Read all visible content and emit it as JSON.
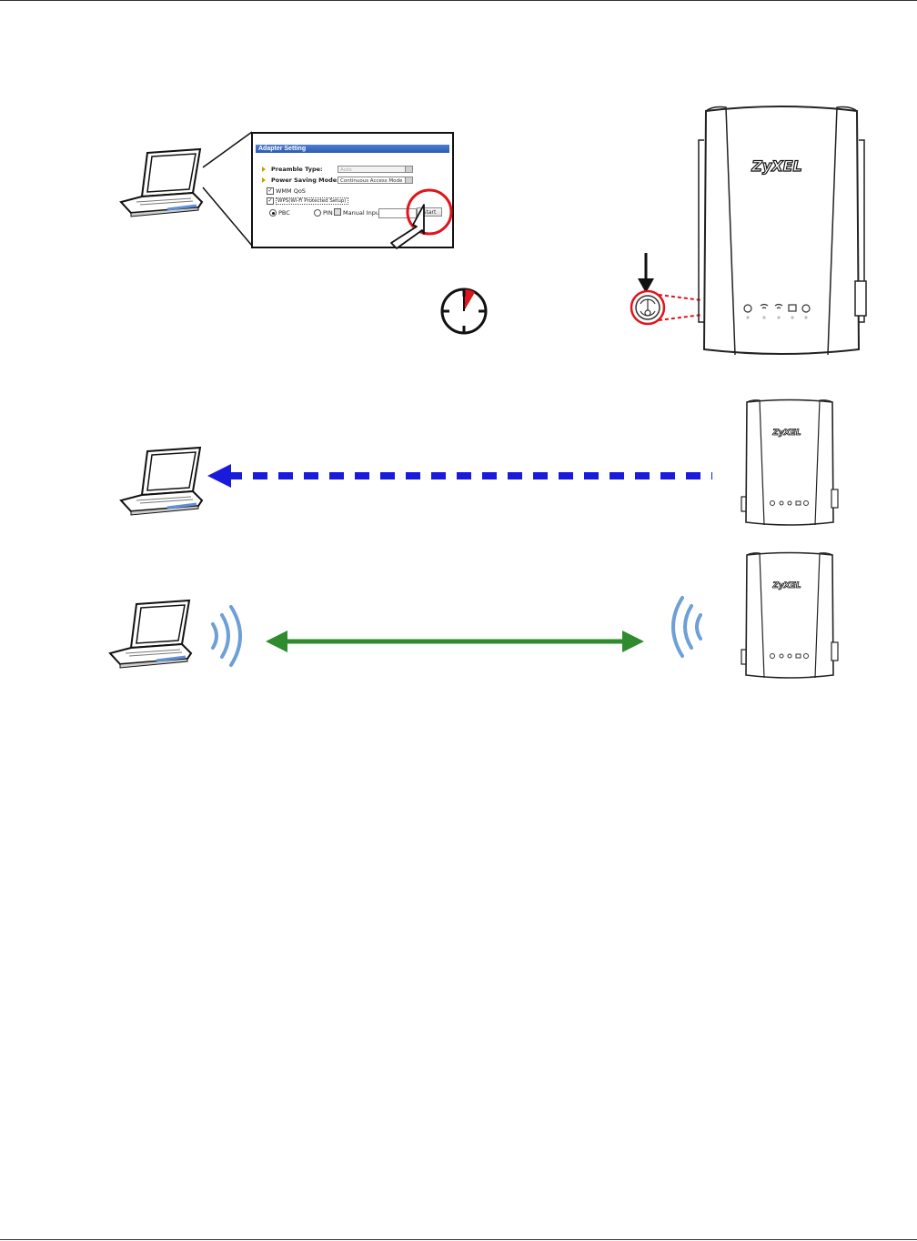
{
  "adapter_panel": {
    "title": "Adapter Setting",
    "preamble_label": "Preamble Type:",
    "preamble_value": "Auto",
    "power_label": "Power Saving Mode:",
    "power_value": "Continuous Access Mode",
    "wmm_label": "WMM QoS",
    "wps_label": "WPS(Wi-Fi Protected Setup)",
    "pbc_label": "PBC",
    "pin_label": "PIN",
    "manual_label": "Manual Input",
    "start_label": "Start"
  },
  "device_brand": "ZyXEL",
  "colors": {
    "highlight_red": "#e0141c",
    "dotted_arrow_blue": "#1a1adc",
    "link_arrow_green": "#2e8b2e",
    "wave_blue": "#6e9fd6"
  },
  "icons": [
    "laptop-icon",
    "clock-icon",
    "cursor-arrow-icon",
    "wps-button-icon",
    "wireless-extender-icon",
    "wifi-wave-icon"
  ]
}
